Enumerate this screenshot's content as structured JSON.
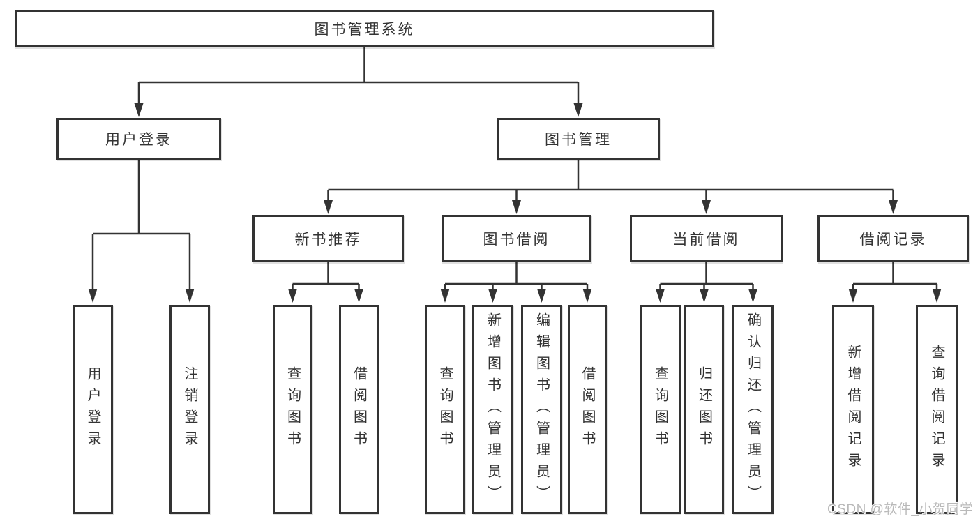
{
  "diagram": {
    "root": {
      "label": "图书管理系统",
      "children": [
        {
          "label": "用户登录",
          "children": [
            {
              "label": "用户登录"
            },
            {
              "label": "注销登录"
            }
          ]
        },
        {
          "label": "图书管理",
          "children": [
            {
              "label": "新书推荐",
              "children": [
                {
                  "label": "查询图书"
                },
                {
                  "label": "借阅图书"
                }
              ]
            },
            {
              "label": "图书借阅",
              "children": [
                {
                  "label": "查询图书"
                },
                {
                  "label": "新增图书（管理员）"
                },
                {
                  "label": "编辑图书（管理员）"
                },
                {
                  "label": "借阅图书"
                }
              ]
            },
            {
              "label": "当前借阅",
              "children": [
                {
                  "label": "查询图书"
                },
                {
                  "label": "归还图书"
                },
                {
                  "label": "确认归还（管理员）"
                }
              ]
            },
            {
              "label": "借阅记录",
              "children": [
                {
                  "label": "新增借阅记录"
                },
                {
                  "label": "查询借阅记录"
                }
              ]
            }
          ]
        }
      ]
    }
  },
  "watermark": "CSDN @软件_小贺同学",
  "colors": {
    "line": "#333333",
    "box_border": "#333333",
    "text": "#333333",
    "background": "#ffffff",
    "watermark": "#b9b9b9"
  }
}
